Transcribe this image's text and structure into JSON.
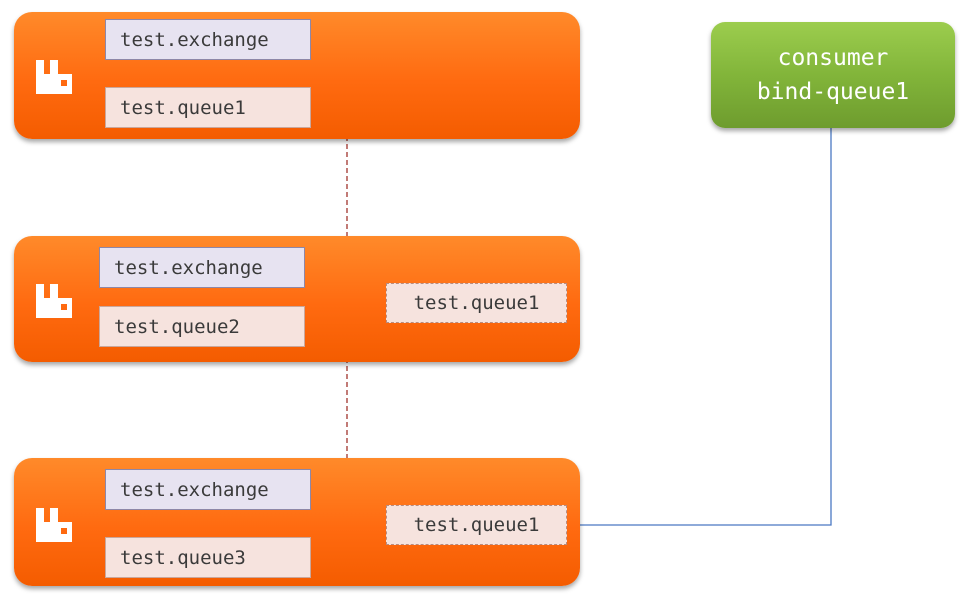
{
  "nodes": [
    {
      "exchange": "test.exchange",
      "queue": "test.queue1",
      "mirror": null
    },
    {
      "exchange": "test.exchange",
      "queue": "test.queue2",
      "mirror": "test.queue1"
    },
    {
      "exchange": "test.exchange",
      "queue": "test.queue3",
      "mirror": "test.queue1"
    }
  ],
  "consumer": {
    "line1": "consumer",
    "line2": "bind-queue1"
  },
  "colors": {
    "node_orange": "#ff6a10",
    "consumer_green": "#82b53a",
    "mirror_link": "#a0342c",
    "consumer_link": "#4a78c2",
    "exchange_fill": "#e7e3f1",
    "queue_fill": "#f6e3de"
  },
  "icons": {
    "node_logo": "rabbitmq-logo-icon"
  }
}
